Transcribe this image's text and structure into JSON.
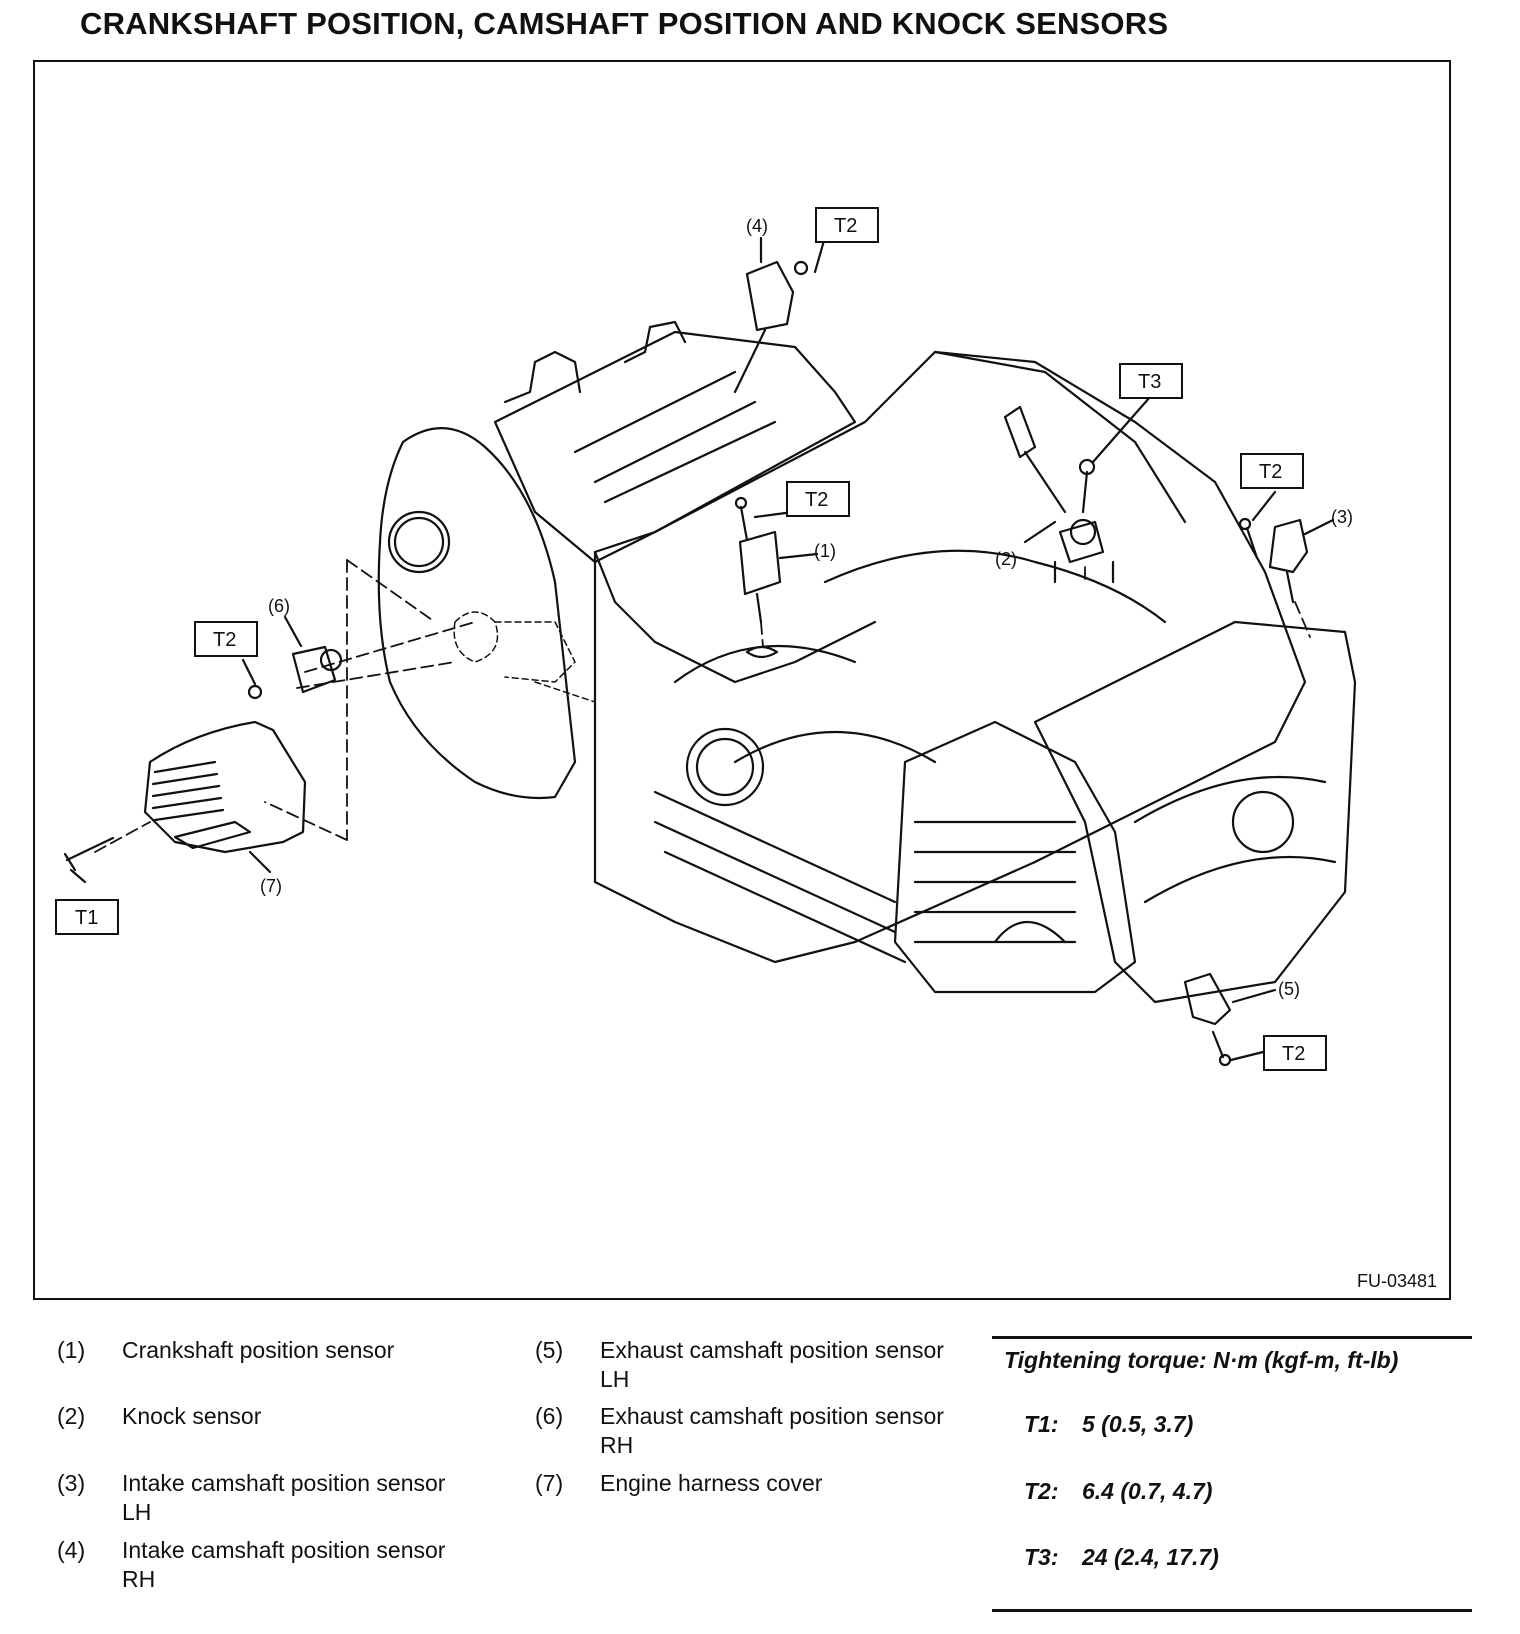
{
  "page": {
    "title": "CRANKSHAFT POSITION, CAMSHAFT POSITION AND KNOCK SENSORS",
    "figure_code": "FU-03481"
  },
  "diagram": {
    "callouts": [
      {
        "id": "c1",
        "label": "(1)"
      },
      {
        "id": "c2",
        "label": "(2)"
      },
      {
        "id": "c3",
        "label": "(3)"
      },
      {
        "id": "c4",
        "label": "(4)"
      },
      {
        "id": "c5",
        "label": "(5)"
      },
      {
        "id": "c6",
        "label": "(6)"
      },
      {
        "id": "c7",
        "label": "(7)"
      }
    ],
    "torque_tags": [
      {
        "id": "t1",
        "label": "T1"
      },
      {
        "id": "t2a",
        "label": "T2"
      },
      {
        "id": "t2b",
        "label": "T2"
      },
      {
        "id": "t2c",
        "label": "T2"
      },
      {
        "id": "t2d",
        "label": "T2"
      },
      {
        "id": "t2e",
        "label": "T2"
      },
      {
        "id": "t3",
        "label": "T3"
      }
    ]
  },
  "legend": {
    "items": [
      {
        "num": "(1)",
        "text": "Crankshaft position sensor"
      },
      {
        "num": "(2)",
        "text": "Knock sensor"
      },
      {
        "num": "(3)",
        "text": "Intake camshaft position sensor\nLH"
      },
      {
        "num": "(4)",
        "text": "Intake camshaft position sensor\nRH"
      },
      {
        "num": "(5)",
        "text": "Exhaust camshaft position sensor\nLH"
      },
      {
        "num": "(6)",
        "text": "Exhaust camshaft position sensor\nRH"
      },
      {
        "num": "(7)",
        "text": "Engine harness cover"
      }
    ]
  },
  "torque": {
    "header": "Tightening torque: N·m (kgf-m, ft-lb)",
    "rows": [
      {
        "key": "T1:",
        "value": "5 (0.5, 3.7)"
      },
      {
        "key": "T2:",
        "value": "6.4 (0.7, 4.7)"
      },
      {
        "key": "T3:",
        "value": "24 (2.4, 17.7)"
      }
    ]
  }
}
